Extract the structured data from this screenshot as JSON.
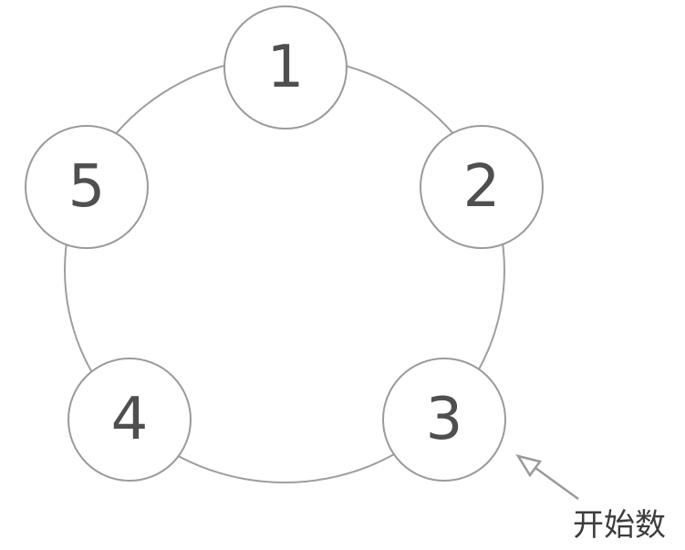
{
  "diagram": {
    "nodes": [
      {
        "id": 1,
        "label": "1",
        "position": "top"
      },
      {
        "id": 2,
        "label": "2",
        "position": "upper-right"
      },
      {
        "id": 3,
        "label": "3",
        "position": "lower-right"
      },
      {
        "id": 4,
        "label": "4",
        "position": "lower-left"
      },
      {
        "id": 5,
        "label": "5",
        "position": "upper-left"
      }
    ],
    "annotation": {
      "label": "开始数",
      "points_to_node": "3"
    },
    "colors": {
      "circle_stroke": "#9a9a9a",
      "number_text": "#4f4f4f",
      "annotation_text": "#3c3c3c",
      "background": "#ffffff"
    }
  }
}
